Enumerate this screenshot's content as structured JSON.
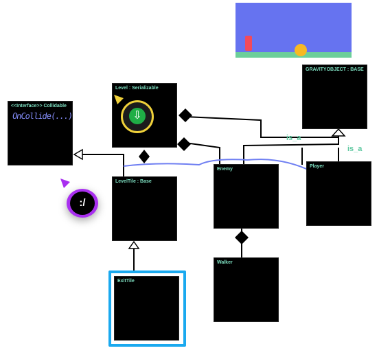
{
  "diagram": {
    "boxes": {
      "collidable": {
        "title": "<<Interface>> Collidable",
        "scrawl": "OnCollide(...)"
      },
      "level": {
        "title": "Level : Serializable"
      },
      "gravity": {
        "title": "GRAVITYOBJECT : BASE"
      },
      "leveltile": {
        "title": "LevelTile : Base"
      },
      "enemy": {
        "title": "Enemy"
      },
      "player": {
        "title": "Player"
      },
      "walker": {
        "title": "Walker"
      },
      "exittile": {
        "title": "ExitTile"
      }
    },
    "relation_labels": {
      "is_a_1": "is_a",
      "is_a_2": "is_a"
    },
    "badge": {
      "text": ":/"
    },
    "colors": {
      "box_fill": "#000000",
      "title_text": "#7ee0c2",
      "accent_blue": "#1aa9ef",
      "link_blue": "#6f7ff2",
      "badge_purple": "#a92ff0",
      "preview_sky": "#6673f0"
    },
    "icons": {
      "clock": "clock-icon",
      "cursor_collidable": "pointer-icon",
      "cursor_level": "pointer-icon"
    }
  }
}
